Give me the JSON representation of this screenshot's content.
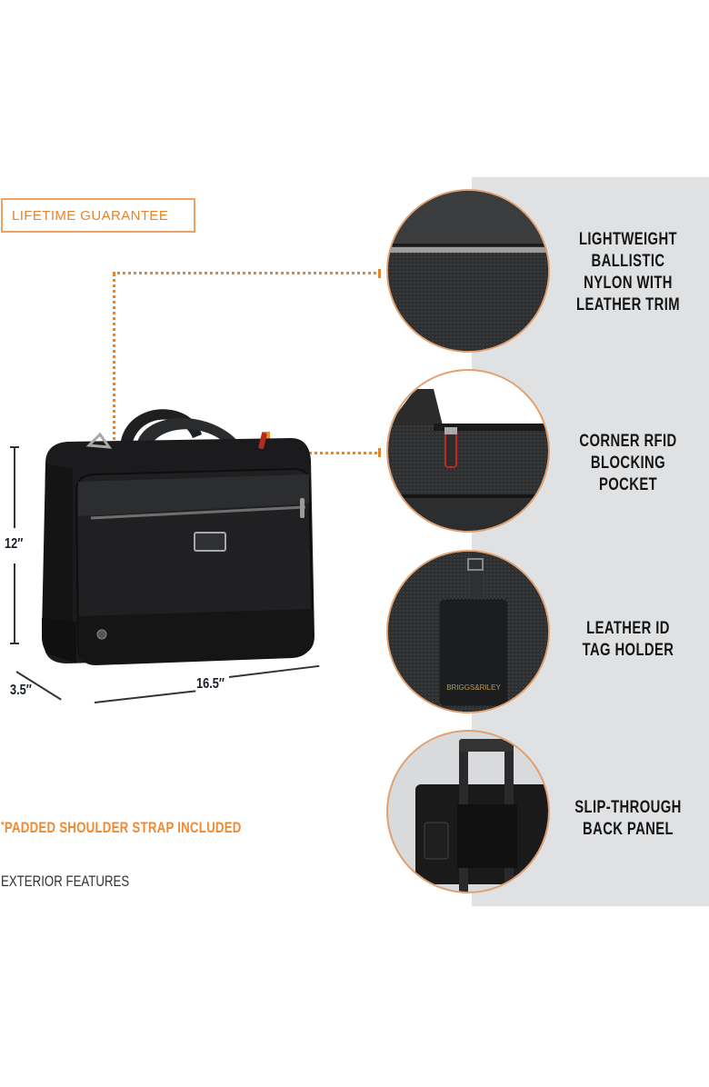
{
  "badge": {
    "guarantee": "LIFETIME GUARANTEE"
  },
  "dimensions": {
    "height": "12″",
    "depth": "3.5″",
    "width": "16.5″"
  },
  "features": [
    {
      "id": "nylon",
      "label_lines": [
        "LIGHTWEIGHT",
        "BALLISTIC",
        "NYLON WITH",
        "LEATHER TRIM"
      ],
      "image": "ballistic-nylon-zipper-closeup"
    },
    {
      "id": "rfid",
      "label_lines": [
        "CORNER RFID",
        "BLOCKING",
        "POCKET"
      ],
      "image": "rfid-pocket-red-zipper-pull"
    },
    {
      "id": "idtag",
      "label_lines": [
        "LEATHER ID",
        "TAG HOLDER"
      ],
      "image": "leather-id-tag",
      "tag_text": "BRIGGS&RILEY"
    },
    {
      "id": "slip",
      "label_lines": [
        "SLIP-THROUGH",
        "BACK PANEL"
      ],
      "image": "bag-on-luggage-handle"
    }
  ],
  "notes": {
    "asterisk": "*",
    "strap": "PADDED SHOULDER STRAP INCLUDED",
    "section": "EXTERIOR FEATURES"
  },
  "colors": {
    "accent": "#e8832e",
    "panel": "#e0e1e3",
    "bag": "#1c1c1e",
    "label": "#151515"
  }
}
